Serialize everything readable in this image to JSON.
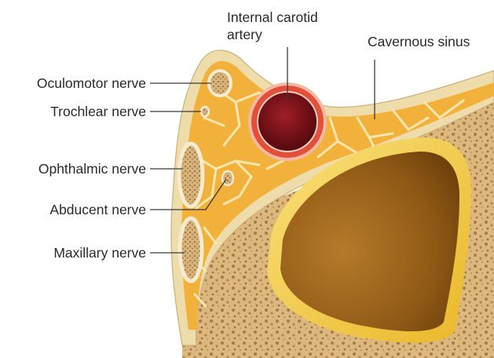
{
  "labels": {
    "internal_carotid_line1": "Internal carotid",
    "internal_carotid_line2": "artery",
    "cavernous_sinus": "Cavernous sinus",
    "oculomotor": "Oculomotor nerve",
    "trochlear": "Trochlear nerve",
    "ophthalmic": "Ophthalmic nerve",
    "abducent": "Abducent nerve",
    "maxillary": "Maxillary nerve"
  },
  "colors": {
    "sinus_fill": "#f2b43c",
    "sinus_dark": "#e59a22",
    "septa": "#fbe8b8",
    "dura": "#ecd9a6",
    "bone": "#d9b47a",
    "bone_dot": "#a77a3e",
    "artery_wall": "#e8553e",
    "artery_lumen": "#6e0d12",
    "sphenoid_sinus": "#9a6420",
    "mucosa": "#f7d23c"
  }
}
